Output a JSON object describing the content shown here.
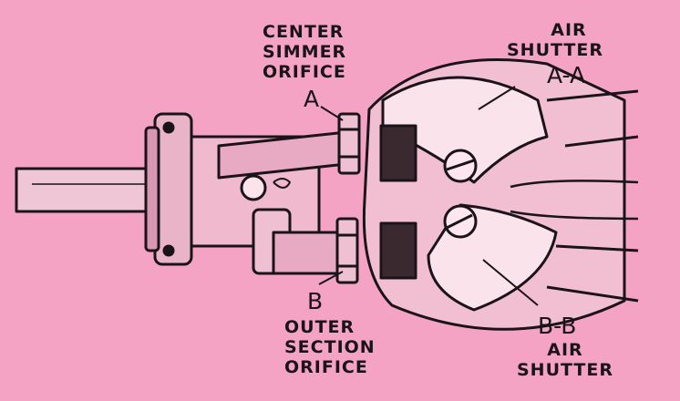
{
  "labels": {
    "center_simmer": [
      "CENTER",
      "SIMMER",
      "ORIFICE"
    ],
    "letter_a": "A",
    "air_shutter_aa": [
      "AIR",
      "SHUTTER"
    ],
    "aa": "A-A",
    "letter_b": "B",
    "outer_section": [
      "OUTER",
      "SECTION",
      "ORIFICE"
    ],
    "bb": "B-B",
    "air_shutter_bb": [
      "AIR",
      "SHUTTER"
    ]
  },
  "colors": {
    "background": "#f5a3c4",
    "ink": "#1a1418"
  }
}
